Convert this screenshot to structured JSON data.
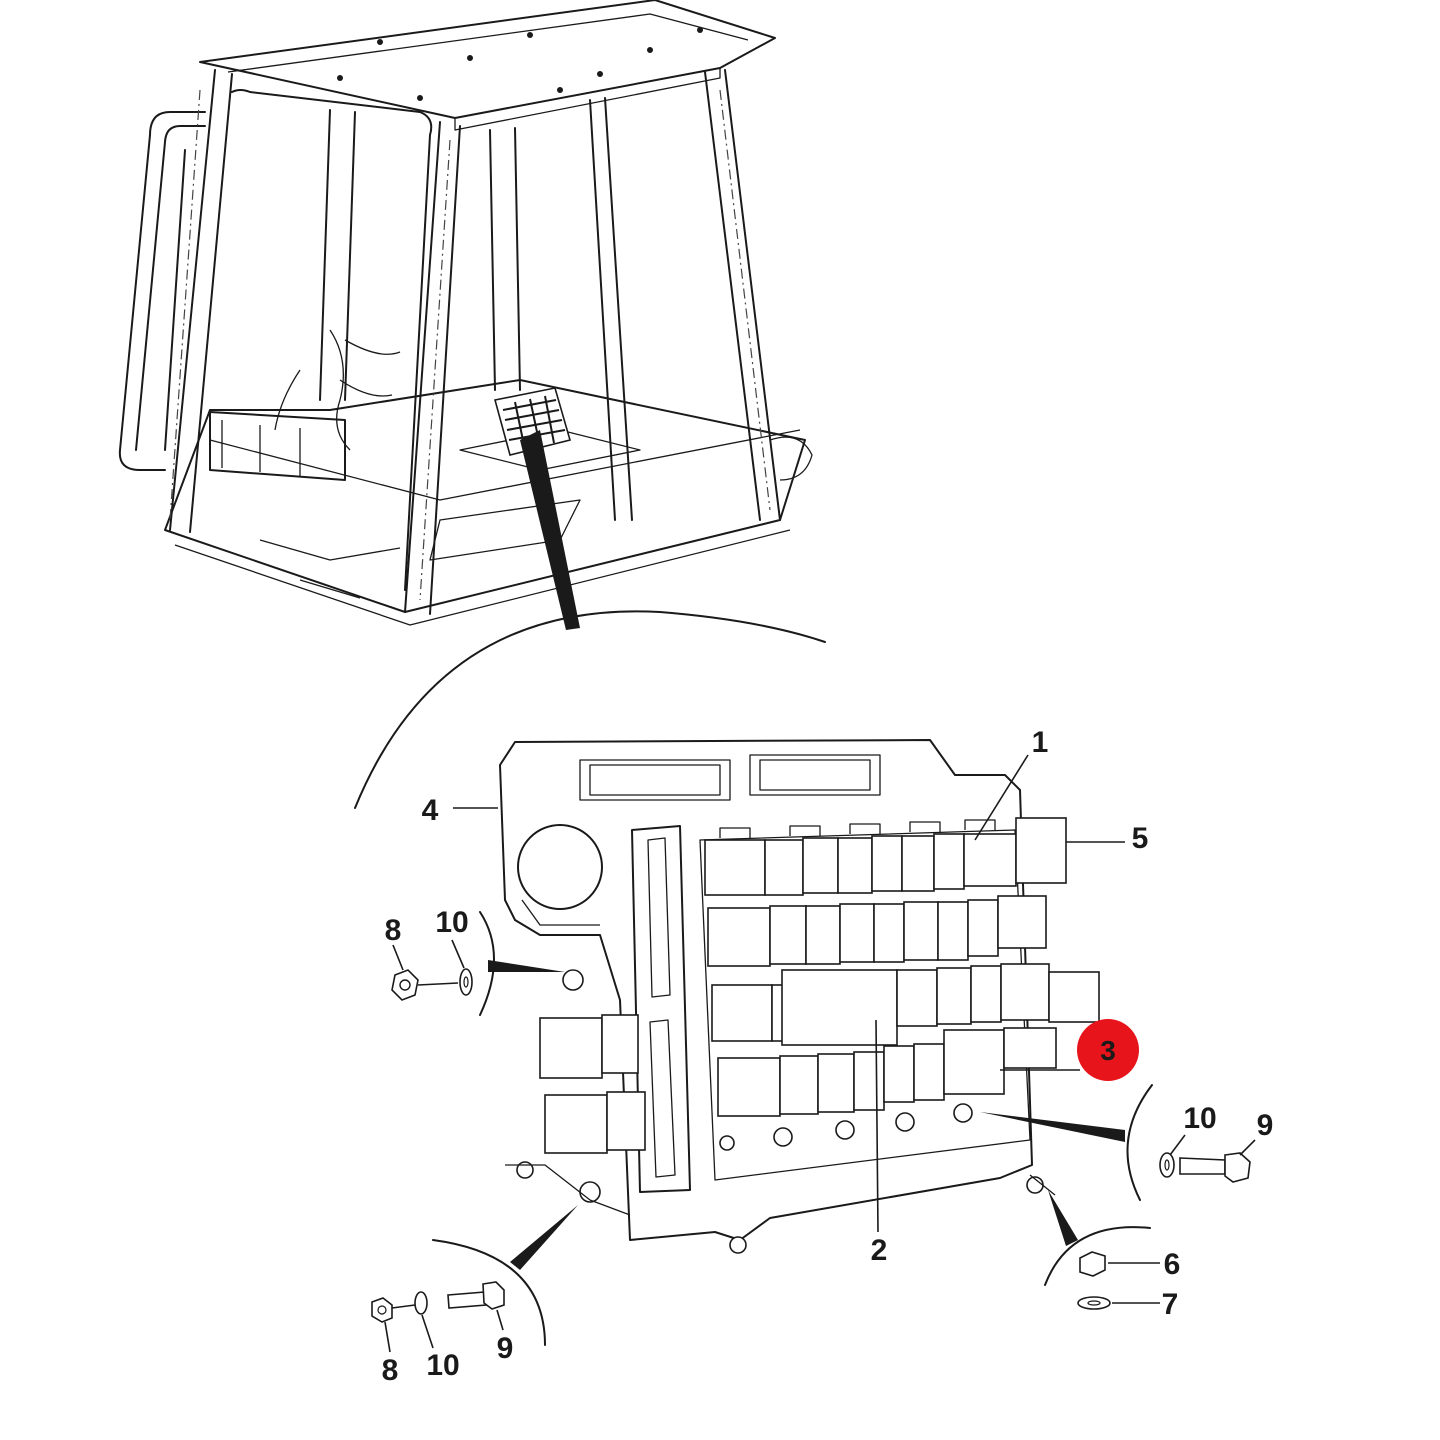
{
  "callouts": {
    "c1": "1",
    "c2": "2",
    "c3": "3",
    "c4": "4",
    "c5": "5",
    "c6": "6",
    "c7": "7",
    "c8a": "8",
    "c8b": "8",
    "c9a": "9",
    "c9b": "9",
    "c10a": "10",
    "c10b": "10",
    "c10c": "10"
  },
  "highlight": {
    "callout": "3",
    "color": "#e8141b"
  },
  "colors": {
    "line": "#1a1a1a",
    "background": "#ffffff"
  }
}
